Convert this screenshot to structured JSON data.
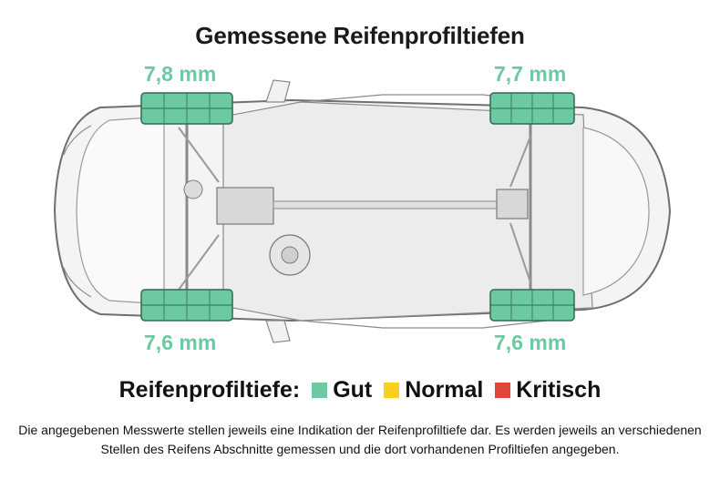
{
  "title": "Gemessene Reifenprofiltiefen",
  "tires": {
    "front_left": {
      "label": "7,8 mm",
      "status": "gut"
    },
    "front_right": {
      "label": "7,7 mm",
      "status": "gut"
    },
    "rear_left": {
      "label": "7,6 mm",
      "status": "gut"
    },
    "rear_right": {
      "label": "7,6 mm",
      "status": "gut"
    }
  },
  "legend": {
    "label": "Reifenprofiltiefe:",
    "items": [
      {
        "name": "Gut",
        "color": "#6cc9a1"
      },
      {
        "name": "Normal",
        "color": "#f6d21c"
      },
      {
        "name": "Kritisch",
        "color": "#e0473a"
      }
    ]
  },
  "note": "Die angegebenen Messwerte stellen jeweils eine Indikation der Reifenprofiltiefe dar. Es werden jeweils an verschiedenen Stellen des Reifens Abschnitte gemessen und die dort vorhandenen Profiltiefen angegeben.",
  "colors": {
    "tread_good": "#6cc9a1",
    "car_outline": "#6f6f6f"
  }
}
